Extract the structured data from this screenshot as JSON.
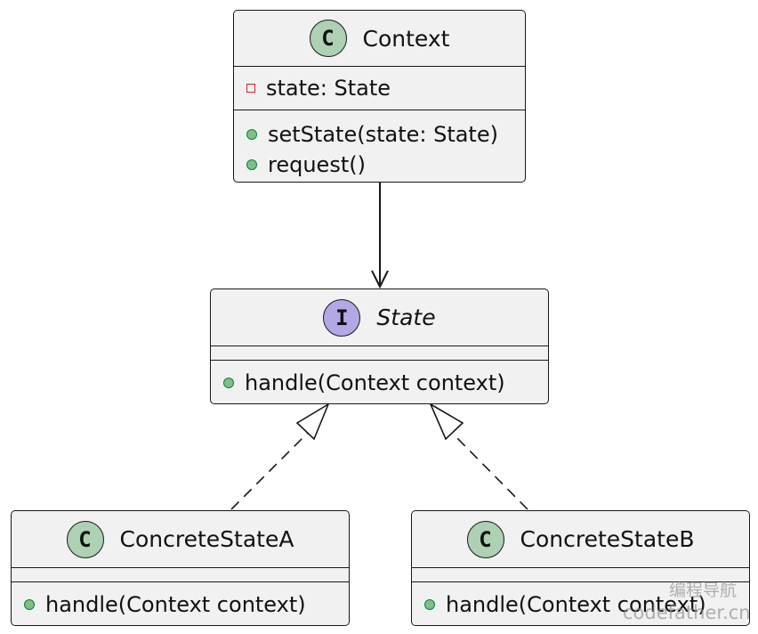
{
  "classes": {
    "context": {
      "stereotype_letter": "C",
      "name": "Context",
      "fields": [
        {
          "visibility": "private",
          "text": "state: State"
        }
      ],
      "methods": [
        {
          "visibility": "public",
          "text": "setState(state: State)"
        },
        {
          "visibility": "public",
          "text": "request()"
        }
      ]
    },
    "state": {
      "stereotype_letter": "I",
      "name": "State",
      "methods": [
        {
          "visibility": "public",
          "text": "handle(Context context)"
        }
      ]
    },
    "concrete_a": {
      "stereotype_letter": "C",
      "name": "ConcreteStateA",
      "methods": [
        {
          "visibility": "public",
          "text": "handle(Context context)"
        }
      ]
    },
    "concrete_b": {
      "stereotype_letter": "C",
      "name": "ConcreteStateB",
      "methods": [
        {
          "visibility": "public",
          "text": "handle(Context context)"
        }
      ]
    }
  },
  "relations": [
    {
      "from": "Context",
      "to": "State",
      "type": "association"
    },
    {
      "from": "ConcreteStateA",
      "to": "State",
      "type": "realization"
    },
    {
      "from": "ConcreteStateB",
      "to": "State",
      "type": "realization"
    }
  ],
  "watermark": {
    "line1": "编程导航",
    "line2": "codefather.cn"
  },
  "colors": {
    "class_badge": "#add1b2",
    "interface_badge": "#b4a7e5",
    "box_fill": "#f1f1f1",
    "public_dot": "#84be84",
    "private_marker": "#c82930"
  }
}
